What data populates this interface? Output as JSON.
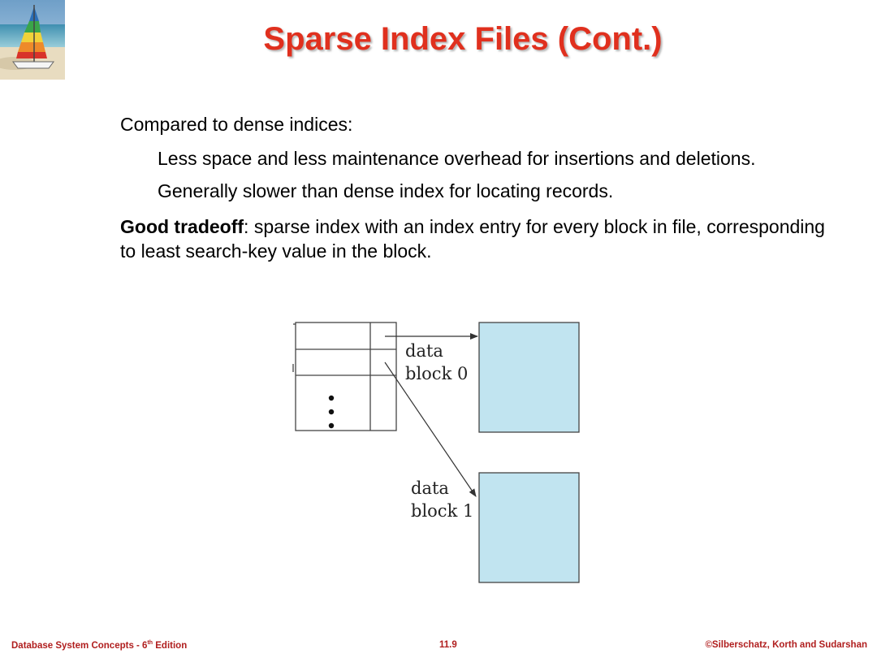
{
  "slide": {
    "title": "Sparse Index Files (Cont.)",
    "title_color": "#e0301e",
    "logo_icon": "sailboat-logo-icon"
  },
  "content": {
    "point1": "Compared to dense indices:",
    "sub1": "Less space and less maintenance overhead for insertions and deletions.",
    "sub2": "Generally slower than dense index for locating records.",
    "point2_bold": "Good tradeoff",
    "point2_rest": ": sparse index with an index entry for every block in file, corresponding to least search-key value in the block."
  },
  "diagram": {
    "index_dots": "• • •",
    "blocks": [
      {
        "label_line1": "data",
        "label_line2": "block 0"
      },
      {
        "label_line1": "data",
        "label_line2": "block 1"
      }
    ],
    "block_fill": "#c1e4f0"
  },
  "footer": {
    "left_main": "Database System Concepts - 6",
    "left_sup": "th",
    "left_tail": " Edition",
    "center": "11.9",
    "right": "©Silberschatz, Korth and Sudarshan",
    "color": "#b01e1e"
  }
}
